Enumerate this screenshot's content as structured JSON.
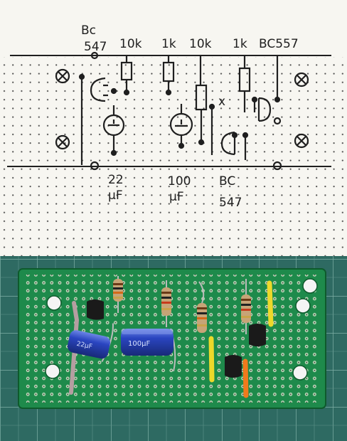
{
  "sketch": {
    "labels": {
      "bc547_top_1": "Bc",
      "bc547_top_2": "547",
      "r1": "10k",
      "r2": "1k",
      "r3": "10k",
      "r4": "1k",
      "bc557": "BC557",
      "c1_1": "22",
      "c1_2": "µF",
      "c2_1": "100",
      "c2_2": "µF",
      "bc547_bot_1": "BC",
      "bc547_bot_2": "547",
      "cross": "x"
    }
  },
  "photo": {
    "description_colors": {
      "board": "#1f8a4a",
      "mat": "#2f6b63",
      "capacitor": "#2540b0",
      "resistor": "#c8a77a"
    },
    "capacitor_markings": {
      "c1": "22µF",
      "c2": "100µF"
    }
  }
}
